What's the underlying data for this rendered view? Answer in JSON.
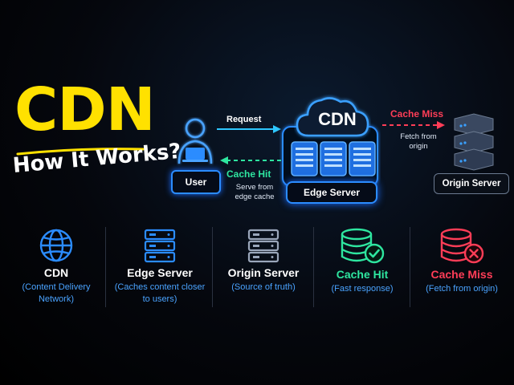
{
  "title": {
    "main": "CDN",
    "subtitle": "How It Works?"
  },
  "diagram": {
    "user_label": "User",
    "request_label": "Request",
    "cache_hit_label": "Cache Hit",
    "cache_hit_desc": "Serve from edge cache",
    "cdn_label": "CDN",
    "edge_server_label": "Edge Server",
    "cache_miss_label": "Cache Miss",
    "cache_miss_desc": "Fetch from origin",
    "origin_server_label": "Origin Server"
  },
  "legend": [
    {
      "title": "CDN",
      "desc": "(Content Delivery Network)",
      "icon": "globe-icon",
      "color": "#2b8cff"
    },
    {
      "title": "Edge Server",
      "desc": "(Caches content closer to users)",
      "icon": "server-icon",
      "color": "#2b8cff"
    },
    {
      "title": "Origin Server",
      "desc": "(Source of truth)",
      "icon": "server-icon",
      "color": "#9aa6ba"
    },
    {
      "title": "Cache Hit",
      "desc": "(Fast response)",
      "icon": "database-check-icon",
      "color": "#2ee6a0"
    },
    {
      "title": "Cache Miss",
      "desc": "(Fetch from origin)",
      "icon": "database-x-icon",
      "color": "#ff3d57"
    }
  ],
  "colors": {
    "accent_yellow": "#ffe100",
    "blue": "#2b8cff",
    "green": "#2ee6a0",
    "red": "#ff3d57"
  }
}
